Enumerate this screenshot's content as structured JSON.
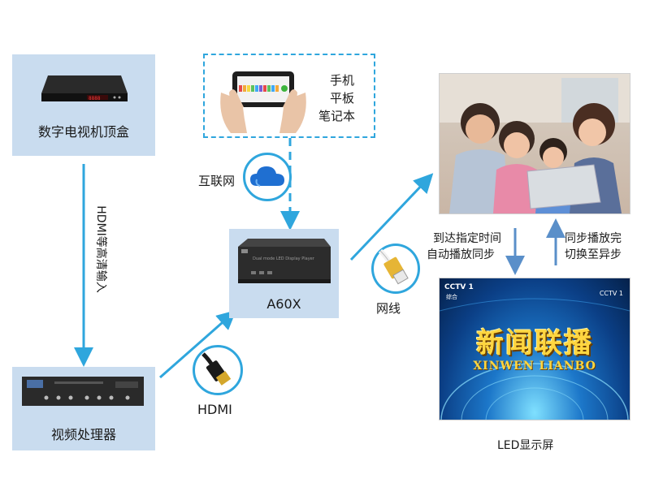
{
  "nodes": {
    "stb": "数字电视机顶盒",
    "processor": "视频处理器",
    "player": "A60X",
    "mobile": [
      "手机",
      "平板",
      "笔记本"
    ],
    "display": "LED显示屏"
  },
  "links": {
    "hdmi_input": "HDMI等高清输入",
    "hdmi": "HDMI",
    "internet": "互联网",
    "network_cable": "网线"
  },
  "sync": {
    "left": [
      "到达指定时间",
      "自动播放同步"
    ],
    "right": [
      "同步播放完",
      "切换至异步"
    ]
  },
  "screen_texts": {
    "channel_logo": "CCTV 1",
    "channel_sub": "综合",
    "program_cn": "新闻联播",
    "program_pinyin": "XINWEN LIANBO",
    "device_model": "Dual mode LED Display Player",
    "stb_display": "8888"
  },
  "colors": {
    "accent": "#2fa6dd",
    "panel": "#c9dcef"
  }
}
